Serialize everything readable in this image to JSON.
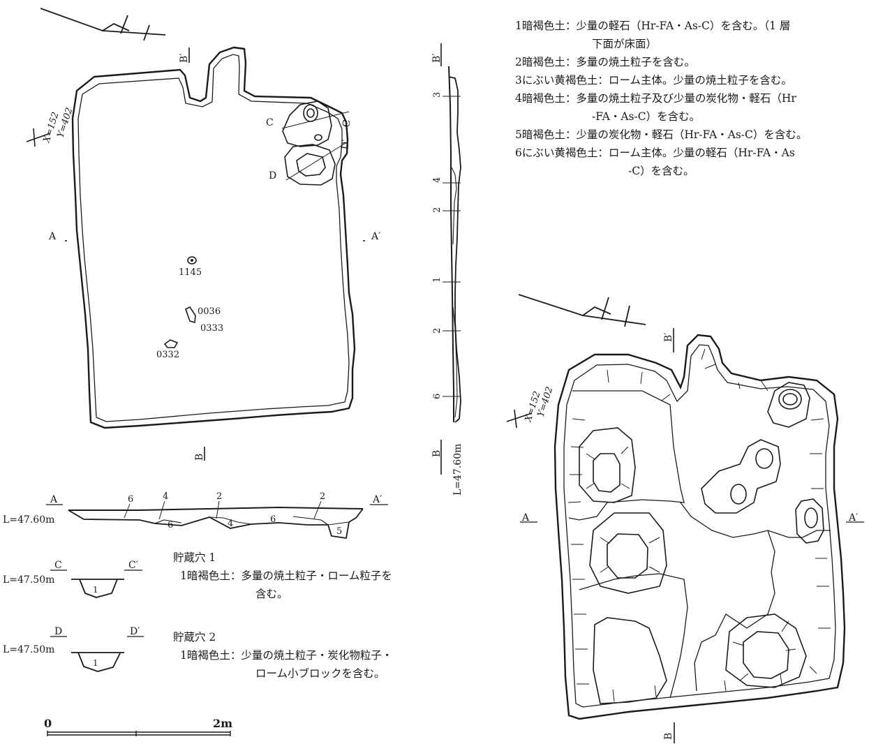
{
  "legend_main": {
    "rows": [
      {
        "num": "1",
        "line1": "暗褐色土：少量の軽石（Hr-FA・As-C）を含む。（1 層",
        "line2": "下面が床面）"
      },
      {
        "num": "2",
        "line1": "暗褐色土：多量の焼土粒子を含む。",
        "line2": ""
      },
      {
        "num": "3",
        "line1": "にぶい黄褐色土：ローム主体。少量の焼土粒子を含む。",
        "line2": ""
      },
      {
        "num": "4",
        "line1": "暗褐色土：多量の焼土粒子及び少量の炭化物・軽石（Hr",
        "line2": "-FA・As-C）を含む。"
      },
      {
        "num": "5",
        "line1": "暗褐色土：少量の炭化物・軽石（Hr-FA・As-C）を含む。",
        "line2": ""
      },
      {
        "num": "6",
        "line1": "にぶい黄褐色土：ローム主体。少量の軽石（Hr-FA・As",
        "line2": "-C）を含む。"
      }
    ]
  },
  "pit1": {
    "title": "貯蔵穴 1",
    "num": "1",
    "line1": "暗褐色土：多量の焼土粒子・ローム粒子を",
    "line2": "含む。"
  },
  "pit2": {
    "title": "貯蔵穴 2",
    "num": "1",
    "line1": "暗褐色土：少量の焼土粒子・炭化物粒子・",
    "line2": "ローム小ブロックを含む。"
  },
  "plan": {
    "coord_x": "X=152",
    "coord_y": "Y=402",
    "labels": {
      "A": "A",
      "A2": "A′",
      "B": "B",
      "B2": "B′",
      "C": "C",
      "C2": "C′",
      "D": "D",
      "D2": "D′"
    },
    "finds": [
      "1145",
      "0036",
      "0333",
      "0332"
    ]
  },
  "section_ab": {
    "level": "L=47.60m",
    "layers": [
      "6",
      "4",
      "2",
      "2",
      "6",
      "4",
      "6",
      "5"
    ]
  },
  "section_b": {
    "level": "L=47.60m",
    "layers": [
      "3",
      "4",
      "2",
      "1",
      "2",
      "6"
    ]
  },
  "section_c": {
    "level": "L=47.50m",
    "layer": "1"
  },
  "section_d": {
    "level": "L=47.50m",
    "layer": "1"
  },
  "scale": {
    "zero": "0",
    "end": "2m"
  }
}
